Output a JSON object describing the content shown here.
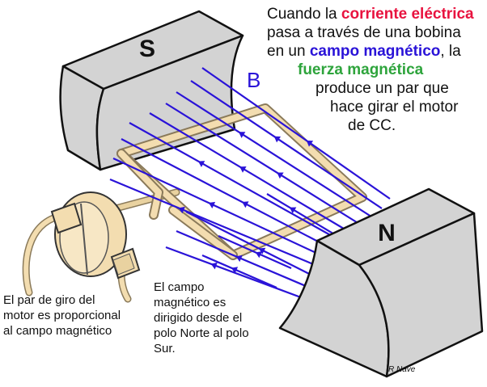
{
  "caption": {
    "l1_pre": "Cuando la ",
    "l1_em": "corriente eléctrica",
    "l2": "pasa a través de una bobina",
    "l3_pre": "en un ",
    "l3_em": "campo magnético",
    "l3_post": ", la",
    "l4_em": "fuerza magnética",
    "l5": "produce un par que",
    "l6": "hace girar el motor",
    "l7": "de CC."
  },
  "labels": {
    "pole_s": "S",
    "pole_n": "N",
    "field": "B",
    "torque_l1": "El par de giro del",
    "torque_l2": "motor es proporcional",
    "torque_l3": "al campo magnético",
    "field_l1": "El campo",
    "field_l2": "magnético es",
    "field_l3": "dirigido desde el",
    "field_l4": "polo Norte al polo",
    "field_l5": "Sur.",
    "credit": "R Nave"
  },
  "colors": {
    "magnet": "#d3d3d3",
    "field_lines": "#2a13d8",
    "coil": "#f3ddb0",
    "coil_edge": "#8a7a5a",
    "wire": "#e9d2a0",
    "accent_red": "#e8133f",
    "accent_green": "#2ea43c"
  }
}
